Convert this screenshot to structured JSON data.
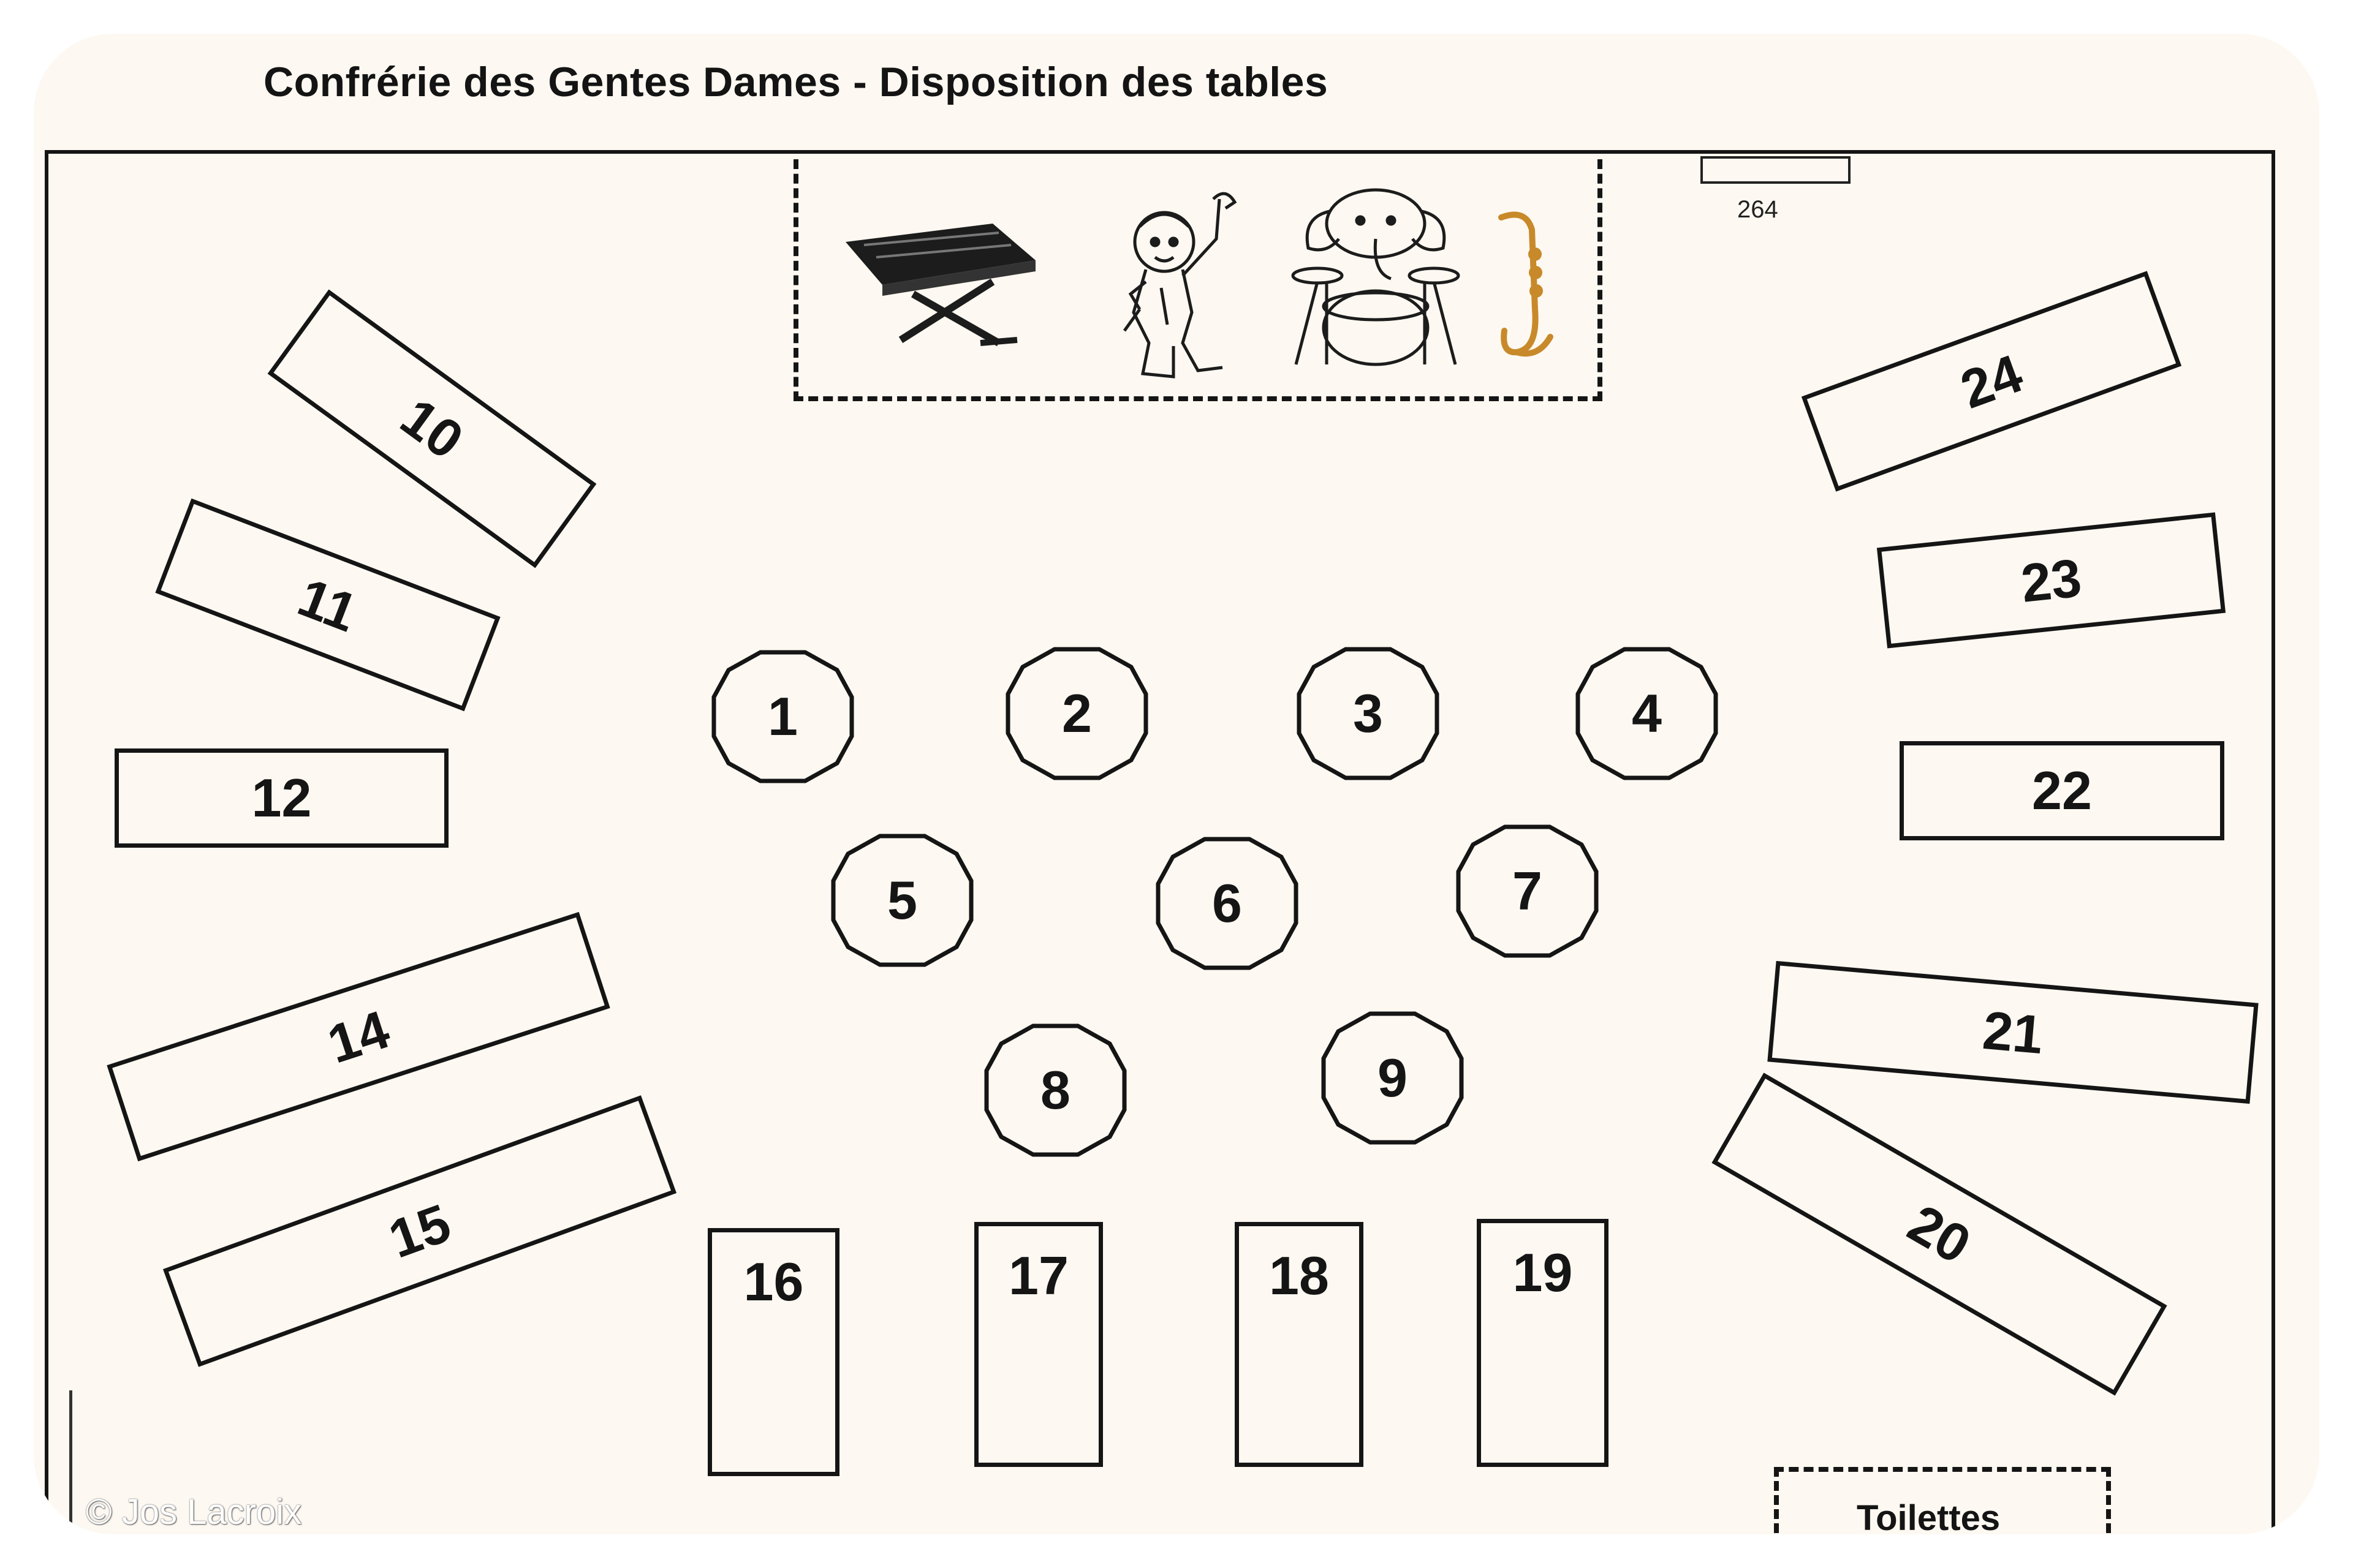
{
  "title": "Confrérie des Gentes Dames - Disposition des tables",
  "door_label": "264",
  "toilets_label": "Toilettes",
  "credit": "© Jos Lacroix",
  "stage_icons": [
    "keyboard-icon",
    "singer-icon",
    "drummer-elephant-icon",
    "saxophone-icon"
  ],
  "colors": {
    "ink": "#151515",
    "paper": "#fdf8f1",
    "saxophone": "#c8892a"
  },
  "round_tables": [
    "1",
    "2",
    "3",
    "4",
    "5",
    "6",
    "7",
    "8",
    "9"
  ],
  "rect_tables": [
    "10",
    "11",
    "12",
    "14",
    "15",
    "20",
    "21",
    "22",
    "23",
    "24"
  ],
  "vertical_tables": [
    "16",
    "17",
    "18",
    "19"
  ]
}
